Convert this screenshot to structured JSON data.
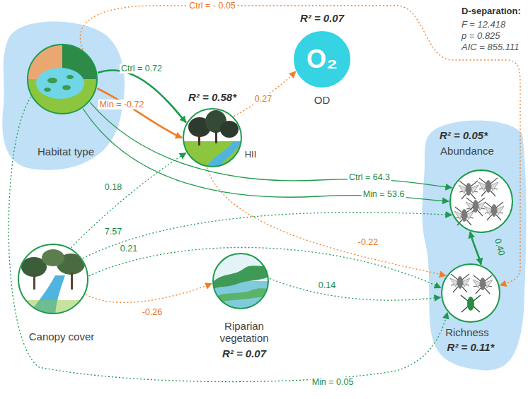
{
  "diagram": {
    "nodes": [
      {
        "text": [
          "Habitat type"
        ]
      },
      {
        "text": [
          "R² = 0.58*",
          "HII"
        ]
      },
      {
        "text": [
          "R² = 0.07",
          "O₂",
          "OD"
        ]
      },
      {
        "text": [
          "R² = 0.05*",
          "Abundance"
        ]
      },
      {
        "text": [
          "Richness",
          "R² = 0.11*"
        ]
      },
      {
        "text": [
          "Canopy cover"
        ]
      },
      {
        "text": [
          "Riparian vegetation",
          "R² = 0.07"
        ]
      }
    ],
    "edges": [
      {
        "from": 0,
        "to": 1,
        "arrow": "to",
        "label": "Ctrl = 0.72"
      },
      {
        "from": 0,
        "to": 1,
        "arrow": "to",
        "label": "Min = -0.72"
      },
      {
        "from": 0,
        "to": 4,
        "arrow": "to",
        "label": "Ctrl = - 0.05"
      },
      {
        "from": 1,
        "to": 2,
        "arrow": "to",
        "label": "0.27"
      },
      {
        "from": 0,
        "to": 3,
        "arrow": "to",
        "label": "Ctrl = 64.3"
      },
      {
        "from": 0,
        "to": 3,
        "arrow": "to",
        "label": "Min = 53.6"
      },
      {
        "from": 1,
        "to": 4,
        "arrow": "to",
        "label": "-0.22"
      },
      {
        "from": 5,
        "to": 1,
        "arrow": "to",
        "label": "0.18"
      },
      {
        "from": 5,
        "to": 3,
        "arrow": "to",
        "label": "7.57"
      },
      {
        "from": 5,
        "to": 4,
        "arrow": "to",
        "label": "0.21"
      },
      {
        "from": 5,
        "to": 6,
        "arrow": "to",
        "label": "-0.26"
      },
      {
        "from": 6,
        "to": 4,
        "arrow": "to",
        "label": "0.14"
      },
      {
        "from": 0,
        "to": 4,
        "arrow": "to",
        "label": "Min = 0.05"
      },
      {
        "from": 3,
        "to": 4,
        "arrow": "both",
        "label": "0.40"
      }
    ],
    "labels": [
      "D-separation:",
      "F = 12.418",
      "p = 0.825",
      "AIC = 855.111"
    ]
  }
}
